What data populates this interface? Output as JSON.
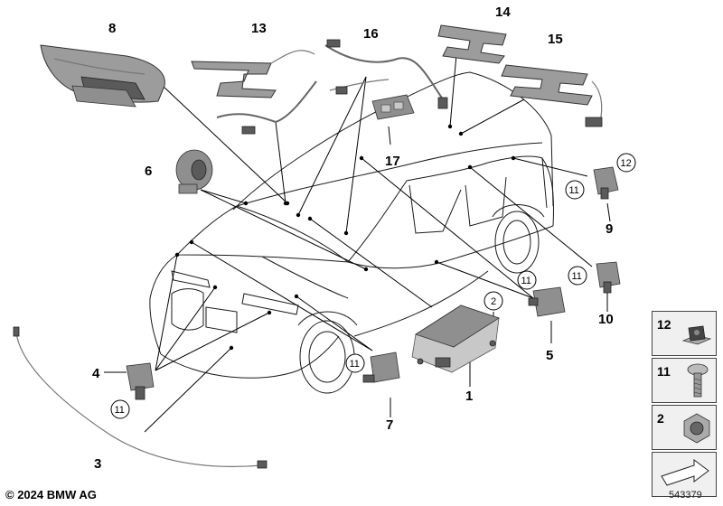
{
  "callouts": {
    "c1": "1",
    "c2": "2",
    "c3": "3",
    "c4": "4",
    "c5": "5",
    "c6": "6",
    "c7": "7",
    "c8": "8",
    "c9": "9",
    "c10": "10",
    "c11": "11",
    "c12": "12",
    "c13": "13",
    "c14": "14",
    "c15": "15",
    "c16": "16",
    "c17": "17"
  },
  "legend": {
    "items": [
      "12",
      "11",
      "2"
    ]
  },
  "footer": {
    "copyright": "© 2024 BMW AG",
    "image_number": "543379"
  }
}
